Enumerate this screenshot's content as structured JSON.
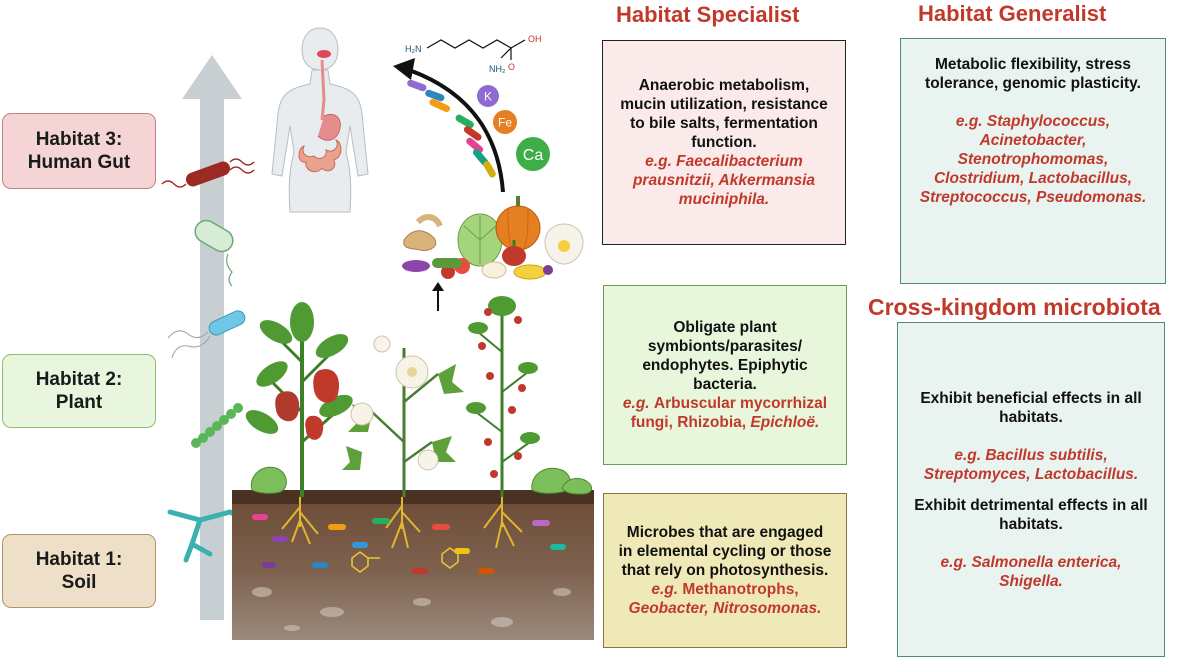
{
  "habitats": [
    {
      "line1": "Habitat 3:",
      "line2": "Human Gut",
      "bg": "#f4d4d4",
      "border": "#c48080"
    },
    {
      "line1": "Habitat 2:",
      "line2": "Plant",
      "bg": "#e7f6dc",
      "border": "#8cbf6c"
    },
    {
      "line1": "Habitat 1:",
      "line2": "Soil",
      "bg": "#eedfc9",
      "border": "#b59365"
    }
  ],
  "headings": {
    "specialist": "Habitat Specialist",
    "generalist": "Habitat Generalist",
    "cross": "Cross-kingdom microbiota"
  },
  "boxes": {
    "gut": {
      "text": "Anaerobic metabolism, mucin utilization, resistance to bile salts, fermentation function.",
      "eg": "e.g. Faecalibacterium prausnitzii, Akkermansia muciniphila."
    },
    "plant": {
      "text": "Obligate plant symbionts/parasites/ endophytes. Epiphytic bacteria.",
      "eg_prefix": "e.g.",
      "eg_plain": "Arbuscular mycorrhizal fungi, Rhizobia,",
      "eg_italic": "Epichloë."
    },
    "soil": {
      "text": "Microbes that are engaged in elemental cycling or those that rely on photosynthesis.",
      "eg_prefix": "e.g.",
      "eg_plain": "Methanotrophs,",
      "eg_italic": "Geobacter, Nitrosomonas."
    },
    "generalist": {
      "text": "Metabolic flexibility, stress tolerance, genomic plasticity.",
      "eg": "e.g. Staphylococcus, Acinetobacter, Stenotrophomomas, Clostridium, Lactobacillus, Streptococcus, Pseudomonas."
    },
    "cross": {
      "beneficial": "Exhibit beneficial effects in all habitats.",
      "beneficial_eg": "e.g. Bacillus subtilis, Streptomyces, Lactobacillus.",
      "detrimental": "Exhibit detrimental effects in all habitats.",
      "detrimental_eg": "e.g. Salmonella enterica, Shigella."
    }
  },
  "minerals": [
    "K",
    "Fe",
    "Ca"
  ],
  "molecule": {
    "nh2_top": "H₂N",
    "oh": "OH",
    "o": "O",
    "nh2_bottom": "NH₂"
  },
  "colors": {
    "accent_red": "#c0392b",
    "gut_box_bg": "#fbeaea",
    "plant_box_bg": "#e8f7dc",
    "soil_box_bg": "#efe9b8",
    "generalist_bg": "#e9f3f0",
    "generalist_border": "#4f8a80"
  }
}
